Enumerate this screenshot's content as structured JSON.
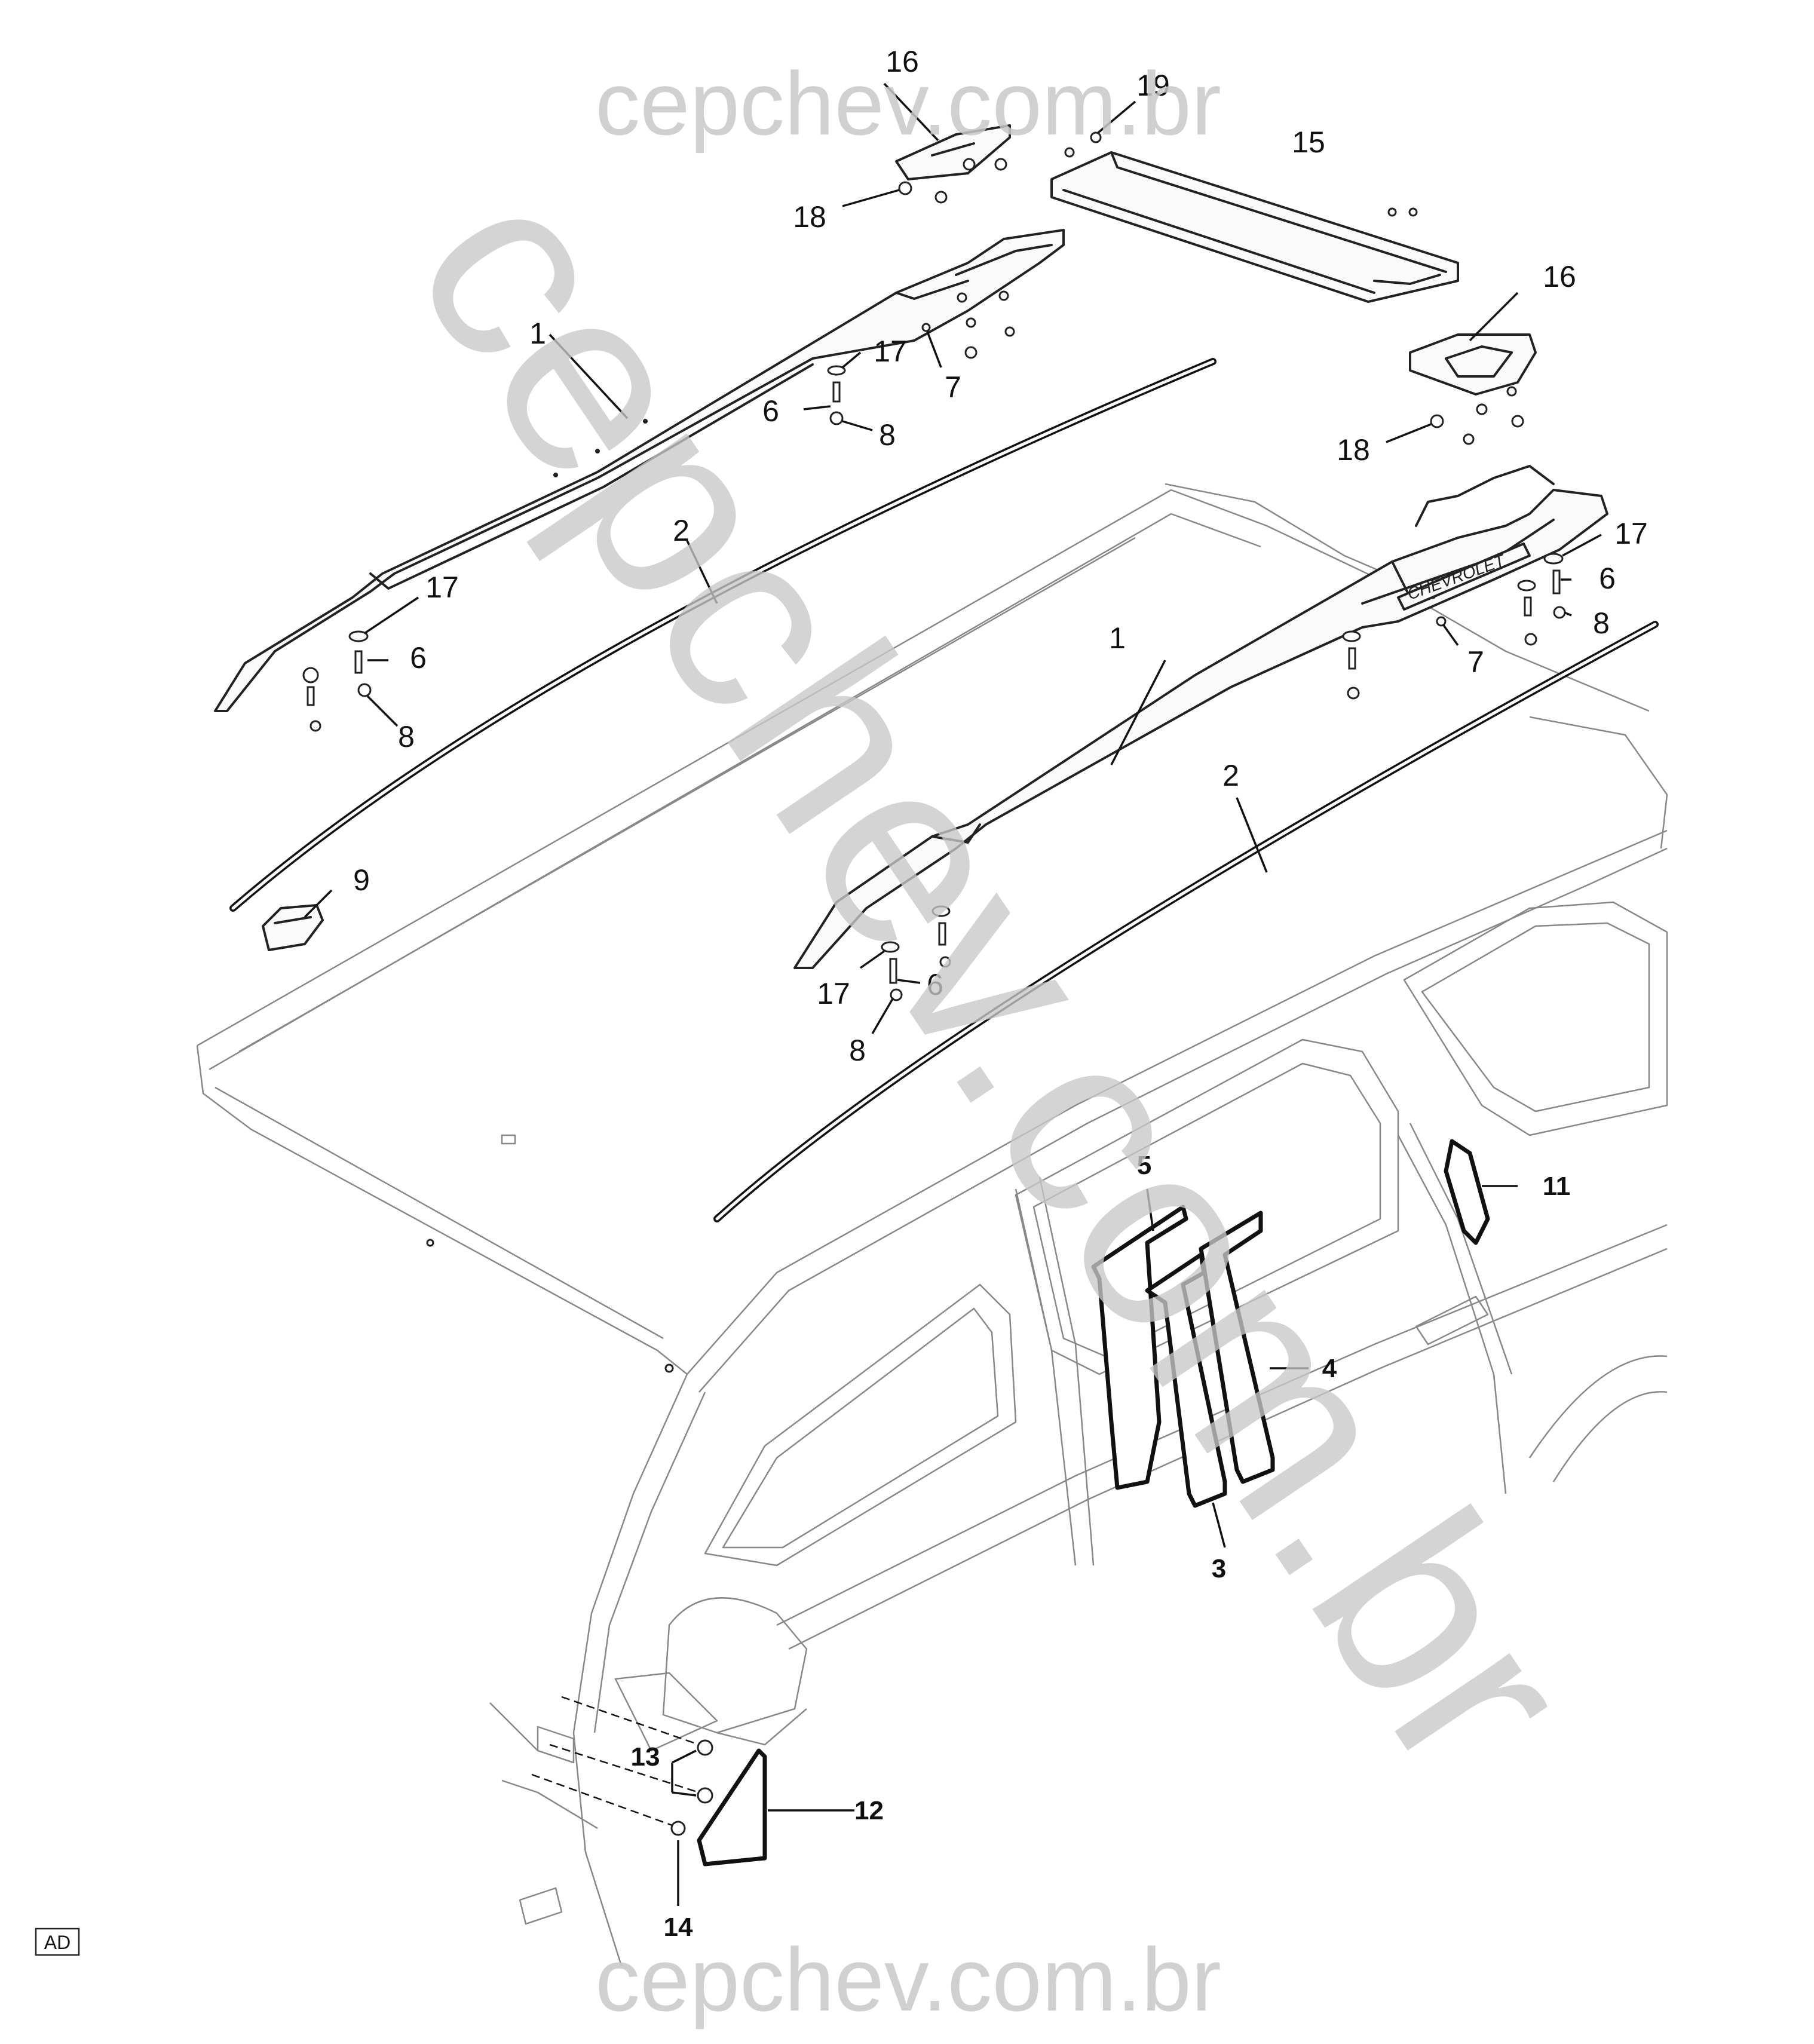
{
  "watermark": {
    "top": "cepchev.com.br",
    "bottom": "cepchev.com.br",
    "diagonal": "cepchev.com.br",
    "color": "#c8c8c8"
  },
  "corner_tag": "AD",
  "brand_badge": "CHEVROLET",
  "callouts": {
    "roof_rail_left": "1",
    "roof_rail_right": "1",
    "seal_left": "2",
    "seal_right": "2",
    "applique_3": "3",
    "applique_4": "4",
    "applique_5": "5",
    "fastener_6a": "6",
    "fastener_6b": "6",
    "fastener_6c": "6",
    "bolt_7a": "7",
    "bolt_7b": "7",
    "nut_8a": "8",
    "nut_8b": "8",
    "nut_8c": "8",
    "nut_8d": "8",
    "bracket_9": "9",
    "crossbar_15": "15",
    "applique_11": "11",
    "applique_12": "12",
    "nut_13": "13",
    "screw_14": "14",
    "end_cap_16a": "16",
    "end_cap_16b": "16",
    "washer_17a": "17",
    "washer_17b": "17",
    "washer_17c": "17",
    "washer_17d": "17",
    "retainer_18a": "18",
    "retainer_18b": "18",
    "screw_19": "19"
  }
}
